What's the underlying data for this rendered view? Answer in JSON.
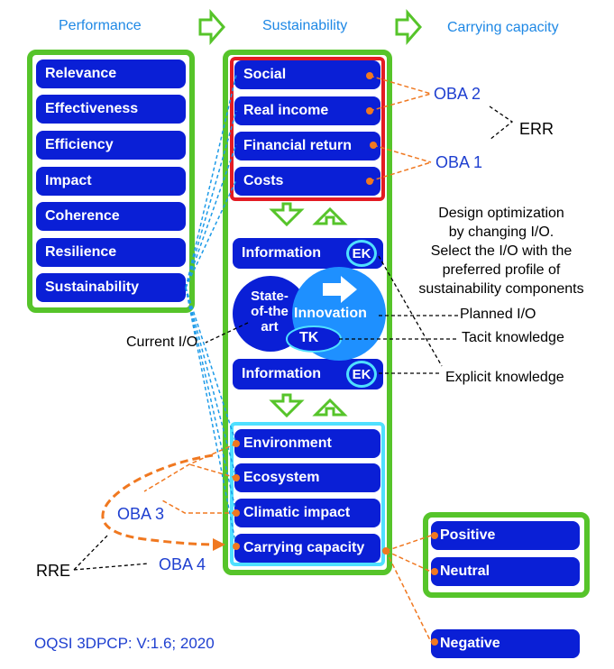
{
  "header": {
    "performance": "Performance",
    "sustainability": "Sustainability",
    "carrying_capacity": "Carrying capacity"
  },
  "performance_items": [
    "Relevance",
    "Effectiveness",
    "Efficiency",
    "Impact",
    "Coherence",
    "Resilience",
    "Sustainability"
  ],
  "economic_items": [
    "Social",
    "Real income",
    "Financial return",
    "Costs"
  ],
  "information_label": "Information",
  "ek_label": "EK",
  "tk_label": "TK",
  "state_of_art": "State-\nof-the\nart",
  "innovation": "Innovation",
  "environment_items": [
    "Environment",
    "Ecosystem",
    "Climatic impact",
    "Carrying capacity"
  ],
  "outcomes": [
    "Positive",
    "Neutral",
    "Negative"
  ],
  "oba": {
    "oba1": "OBA 1",
    "oba2": "OBA 2",
    "oba3": "OBA 3",
    "oba4": "OBA 4"
  },
  "err": "ERR",
  "rre": "RRE",
  "design_text": "Design optimization\nby changing I/O.\nSelect the I/O with the\npreferred profile of\nsustainability components",
  "planned_io": "Planned I/O",
  "tacit_knowledge": "Tacit knowledge",
  "explicit_knowledge": "Explicit knowledge",
  "current_io": "Current I/O",
  "footer": "OQSI 3DPCP: V:1.6; 2020",
  "colors": {
    "box": "#0a1fd6",
    "green": "#56c42a",
    "orange": "#f07820",
    "red": "#e31b23",
    "cyan": "#4fe0ff",
    "header": "#1e88e5"
  }
}
